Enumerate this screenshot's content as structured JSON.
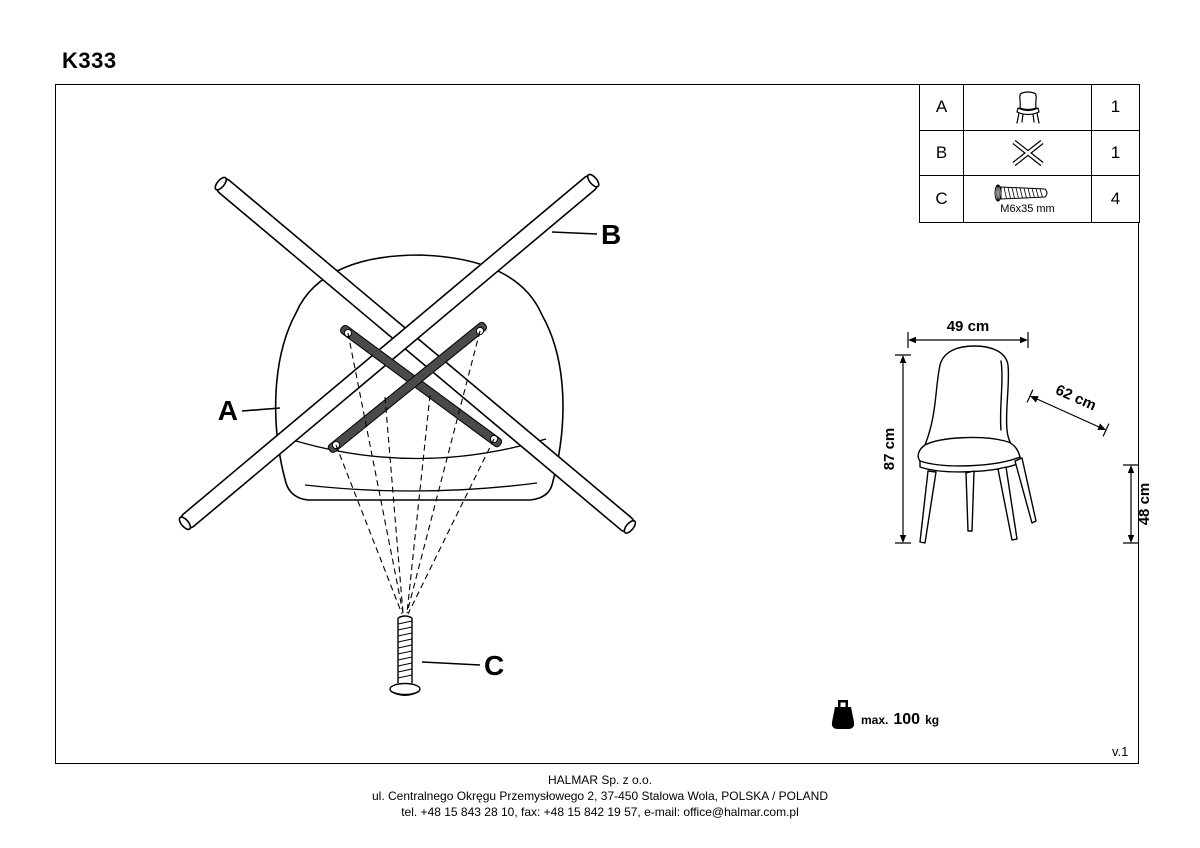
{
  "title": "K333",
  "parts_table": {
    "rows": [
      {
        "letter": "A",
        "icon": "chair-part-icon",
        "qty": "1"
      },
      {
        "letter": "B",
        "icon": "crossed-legs-part-icon",
        "qty": "1"
      },
      {
        "letter": "C",
        "icon": "screw-part-icon",
        "qty": "4",
        "note": "M6x35 mm"
      }
    ]
  },
  "diagram": {
    "labels": {
      "a": "A",
      "b": "B",
      "c": "C"
    }
  },
  "dimensions": {
    "width": "49 cm",
    "depth": "62 cm",
    "height": "87 cm",
    "seat_height": "48 cm"
  },
  "weight_limit": {
    "prefix": "max.",
    "value": "100",
    "unit": "kg"
  },
  "version": "v.1",
  "footer": {
    "company": "HALMAR Sp. z o.o.",
    "address": "ul. Centralnego Okręgu Przemysłowego 2, 37-450 Stalowa Wola, POLSKA / POLAND",
    "contact": "tel. +48 15 843 28 10, fax: +48 15 842 19 57, e-mail: office@halmar.com.pl"
  }
}
